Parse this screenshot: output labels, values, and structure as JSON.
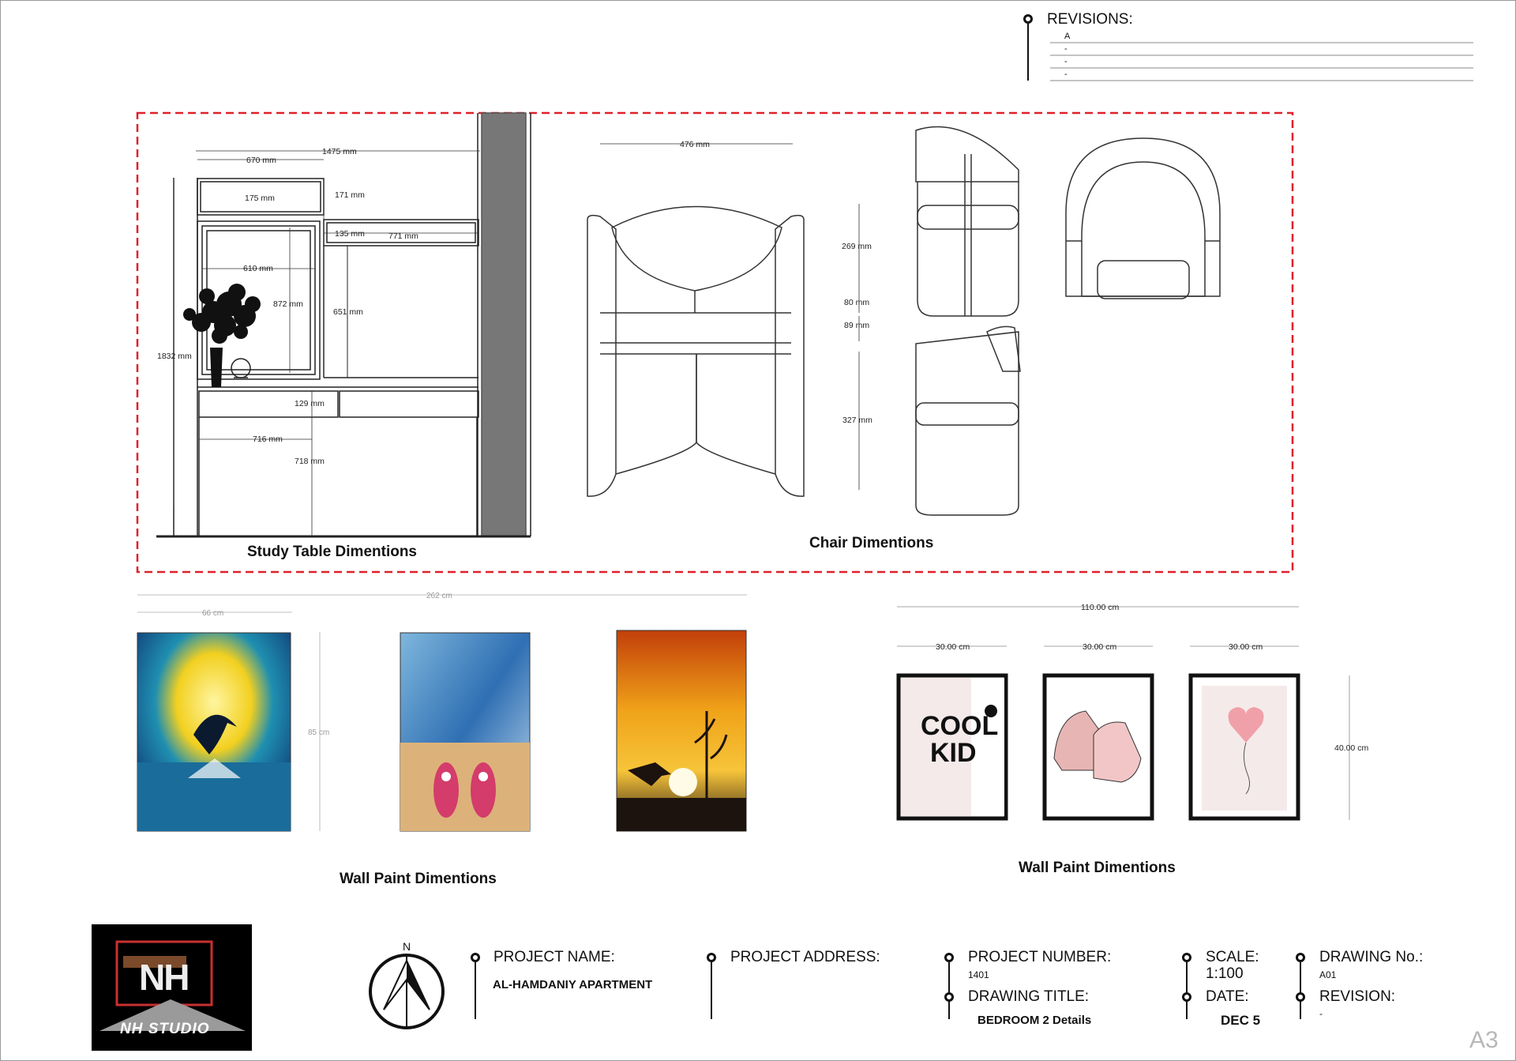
{
  "revisions": {
    "title": "REVISIONS:",
    "rows": [
      "A",
      "-",
      "-",
      "-"
    ]
  },
  "study_table": {
    "caption": "Study Table Dimentions",
    "dims": {
      "d1475": "1475 mm",
      "d670": "670 mm",
      "d175": "175 mm",
      "d171": "171 mm",
      "d135": "135 mm",
      "d771": "771 mm",
      "d610": "610 mm",
      "d872": "872 mm",
      "d651": "651 mm",
      "d1832": "1832 mm",
      "d129": "129 mm",
      "d716": "716 mm",
      "d718": "718 mm"
    }
  },
  "chair": {
    "caption": "Chair Dimentions",
    "dims": {
      "d476": "476 mm",
      "d269": "269 mm",
      "d80": "80 mm",
      "d89": "89 mm",
      "d327": "327 mm"
    }
  },
  "wall_left": {
    "caption": "Wall Paint Dimentions",
    "dims": {
      "total": "262 cm",
      "width": "66 cm",
      "height": "85 cm"
    }
  },
  "wall_right": {
    "caption": "Wall Paint Dimentions",
    "dims": {
      "total": "110.00 cm",
      "w1": "30.00 cm",
      "w2": "30.00 cm",
      "w3": "30.00 cm",
      "height": "40.00 cm"
    },
    "poster_text": [
      "COOL",
      "KID"
    ]
  },
  "title_block": {
    "logo_letters": "NH",
    "logo_text": "NH STUDIO",
    "north": "N",
    "project_name_label": "PROJECT NAME:",
    "project_name": "AL-HAMDANIY APARTMENT",
    "project_address_label": "PROJECT ADDRESS:",
    "project_number_label": "PROJECT NUMBER:",
    "project_number": "1401",
    "drawing_title_label": "DRAWING TITLE:",
    "drawing_title": "BEDROOM 2 Details",
    "scale_label": "SCALE:",
    "scale": "1:100",
    "date_label": "DATE:",
    "date": "DEC 5",
    "drawing_no_label": "DRAWING No.:",
    "drawing_no": "A01",
    "revision_label": "REVISION:",
    "revision": "-",
    "sheet_size": "A3"
  },
  "colors": {
    "highlight_dash": "#e0202a",
    "ink": "#111111",
    "wall_grey": "#777777"
  }
}
